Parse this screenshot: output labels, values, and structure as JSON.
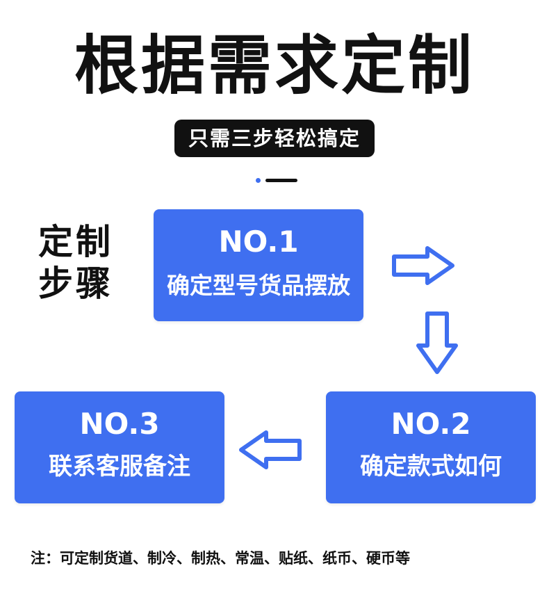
{
  "header": {
    "title": "根据需求定制",
    "subtitle": "只需三步轻松搞定"
  },
  "side_label": {
    "line1": "定制",
    "line2": "步骤"
  },
  "steps": [
    {
      "number": "NO.1",
      "description": "确定型号货品摆放"
    },
    {
      "number": "NO.2",
      "description": "确定款式如何"
    },
    {
      "number": "NO.3",
      "description": "联系客服备注"
    }
  ],
  "footnote": "注：可定制货道、制冷、制热、常温、贴纸、纸币、硬币等",
  "colors": {
    "accent_blue": "#3f6ff0",
    "text_dark": "#111111",
    "background": "#ffffff"
  },
  "icons": {
    "arrow_1_to_2_horizontal": "arrow-right-icon",
    "arrow_1_to_2_vertical": "arrow-down-icon",
    "arrow_2_to_3": "arrow-left-icon"
  }
}
